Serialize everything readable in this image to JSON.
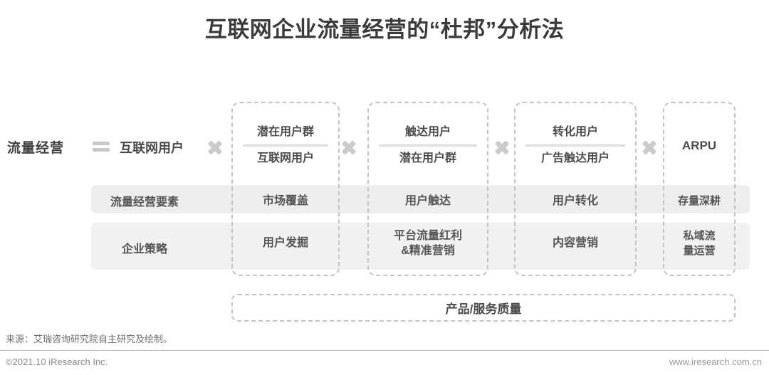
{
  "title": "互联网企业流量经营的“杜邦”分析法",
  "formula": {
    "root_term": "流量经营",
    "equals_symbol": "=",
    "first_factor": "互联网用户",
    "multiply_symbol": "×"
  },
  "row_labels": {
    "elements": "流量经营要素",
    "strategy": "企业策略"
  },
  "columns": [
    {
      "numerator": "潜在用户群",
      "denominator": "互联网用户",
      "element": "市场覆盖",
      "strategy": "用户发掘"
    },
    {
      "numerator": "触达用户",
      "denominator": "潜在用户群",
      "element": "用户触达",
      "strategy": "平台流量红利\n&精准营销"
    },
    {
      "numerator": "转化用户",
      "denominator": "广告触达用户",
      "element": "用户转化",
      "strategy": "内容营销"
    },
    {
      "single": "ARPU",
      "element": "存量深耕",
      "strategy": "私域流\n量运营"
    }
  ],
  "quality_bar": "产品/服务质量",
  "footer": {
    "source": "来源：艾瑞咨询研究院自主研究及绘制。",
    "copyright": "©2021.10 iResearch Inc.",
    "website": "www.iresearch.com.cn"
  },
  "colors": {
    "title": "#3b3b3b",
    "text": "#4c4c4c",
    "band": "#eeeeee",
    "dashed_border": "#c3c3c3",
    "symbol": "#cbcbcb"
  }
}
